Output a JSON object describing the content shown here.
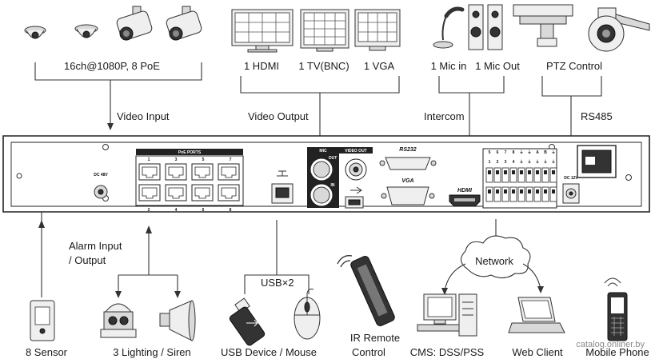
{
  "labels": {
    "cameras": "16ch@1080P, 8 PoE",
    "hdmi": "1 HDMI",
    "tv": "1 TV(BNC)",
    "vga": "1 VGA",
    "mic_in": "1 Mic in",
    "mic_out": "1 Mic Out",
    "ptz": "PTZ Control",
    "video_input": "Video Input",
    "video_output": "Video Output",
    "intercom": "Intercom",
    "rs485": "RS485",
    "alarm_line1": "Alarm Input",
    "alarm_line2": "/ Output",
    "usb_x2": "USB×2",
    "network": "Network",
    "sensor": "8 Sensor",
    "lighting_siren": "3 Lighting / Siren",
    "usb_device_mouse": "USB Device / Mouse",
    "ir_remote_line1": "IR Remote",
    "ir_remote_line2": "Control",
    "cms": "CMS: DSS/PSS",
    "web_client": "Web Client",
    "mobile_phone": "Mobile Phone"
  },
  "panel": {
    "poe_ports_title": "PoE PORTS",
    "poe_top_numbers": [
      "1",
      "3",
      "5",
      "7"
    ],
    "poe_bottom_numbers": [
      "2",
      "4",
      "6",
      "8"
    ],
    "dc48v": "DC 48V",
    "dc12v": "DC 12V",
    "mic": "MIC",
    "out": "OUT",
    "in": "IN",
    "video_out": "VIDEO OUT",
    "rs232": "RS232",
    "vga": "VGA",
    "hdmi": "HDMI",
    "alarm_top": [
      "5",
      "6",
      "7",
      "8",
      "⏚",
      "⏚",
      "A",
      "B",
      "⏚"
    ],
    "alarm_bottom": [
      "1",
      "2",
      "3",
      "4",
      "⏚",
      "⏚",
      "⏚",
      "⏚",
      "⏚"
    ]
  },
  "watermark": "catalog.onliner.by"
}
